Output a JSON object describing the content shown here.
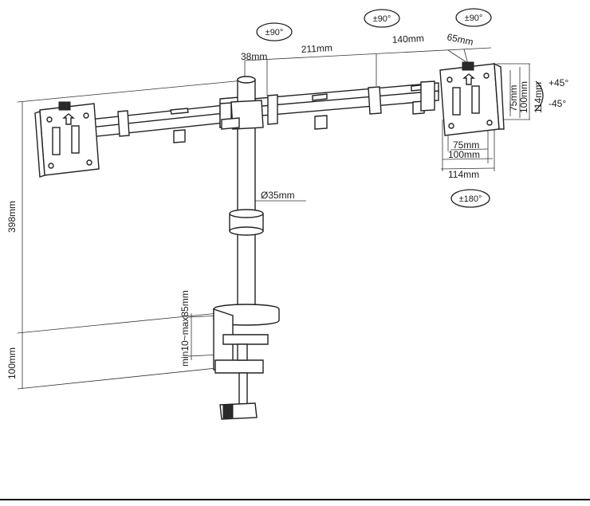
{
  "labels": {
    "rot_left_arm": "±90°",
    "rot_mid_arm": "±90°",
    "rot_right_arm": "±90°",
    "tilt_up": "+45°",
    "tilt_down": "-45°",
    "swivel": "±180°",
    "dim_38": "38mm",
    "dim_211": "211mm",
    "dim_140": "140mm",
    "dim_65": "65mm",
    "dim_pole": "Ø35mm",
    "dim_height": "398mm",
    "dim_clamp_height": "100mm",
    "dim_clamp_range": "min10~max85mm",
    "vesa_75_w": "75mm",
    "vesa_100_w": "100mm",
    "vesa_114_w": "114mm",
    "vesa_75_h": "75mm",
    "vesa_100_h": "100mm",
    "vesa_114_h": "114mm"
  },
  "colors": {
    "line": "#222222",
    "background": "#ffffff"
  }
}
